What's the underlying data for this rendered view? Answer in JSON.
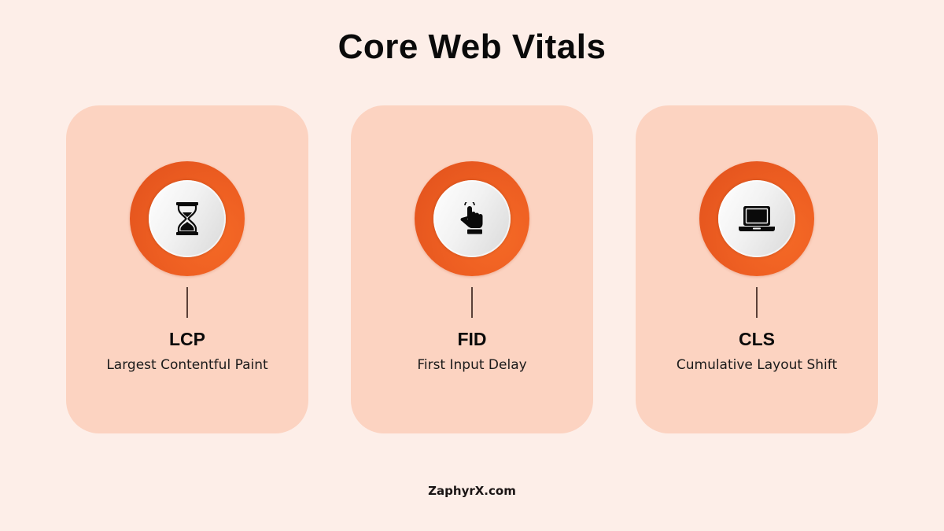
{
  "title": "Core Web Vitals",
  "colors": {
    "background": "#fdeee8",
    "card": "#fcd3c1",
    "ring": "#ee5f22",
    "connector": "#5a4038"
  },
  "cards": [
    {
      "abbr": "LCP",
      "name": "Largest Contentful Paint",
      "icon": "hourglass-icon"
    },
    {
      "abbr": "FID",
      "name": "First Input Delay",
      "icon": "pointer-hand-icon"
    },
    {
      "abbr": "CLS",
      "name": "Cumulative Layout Shift",
      "icon": "laptop-icon"
    }
  ],
  "footer": "ZaphyrX.com"
}
